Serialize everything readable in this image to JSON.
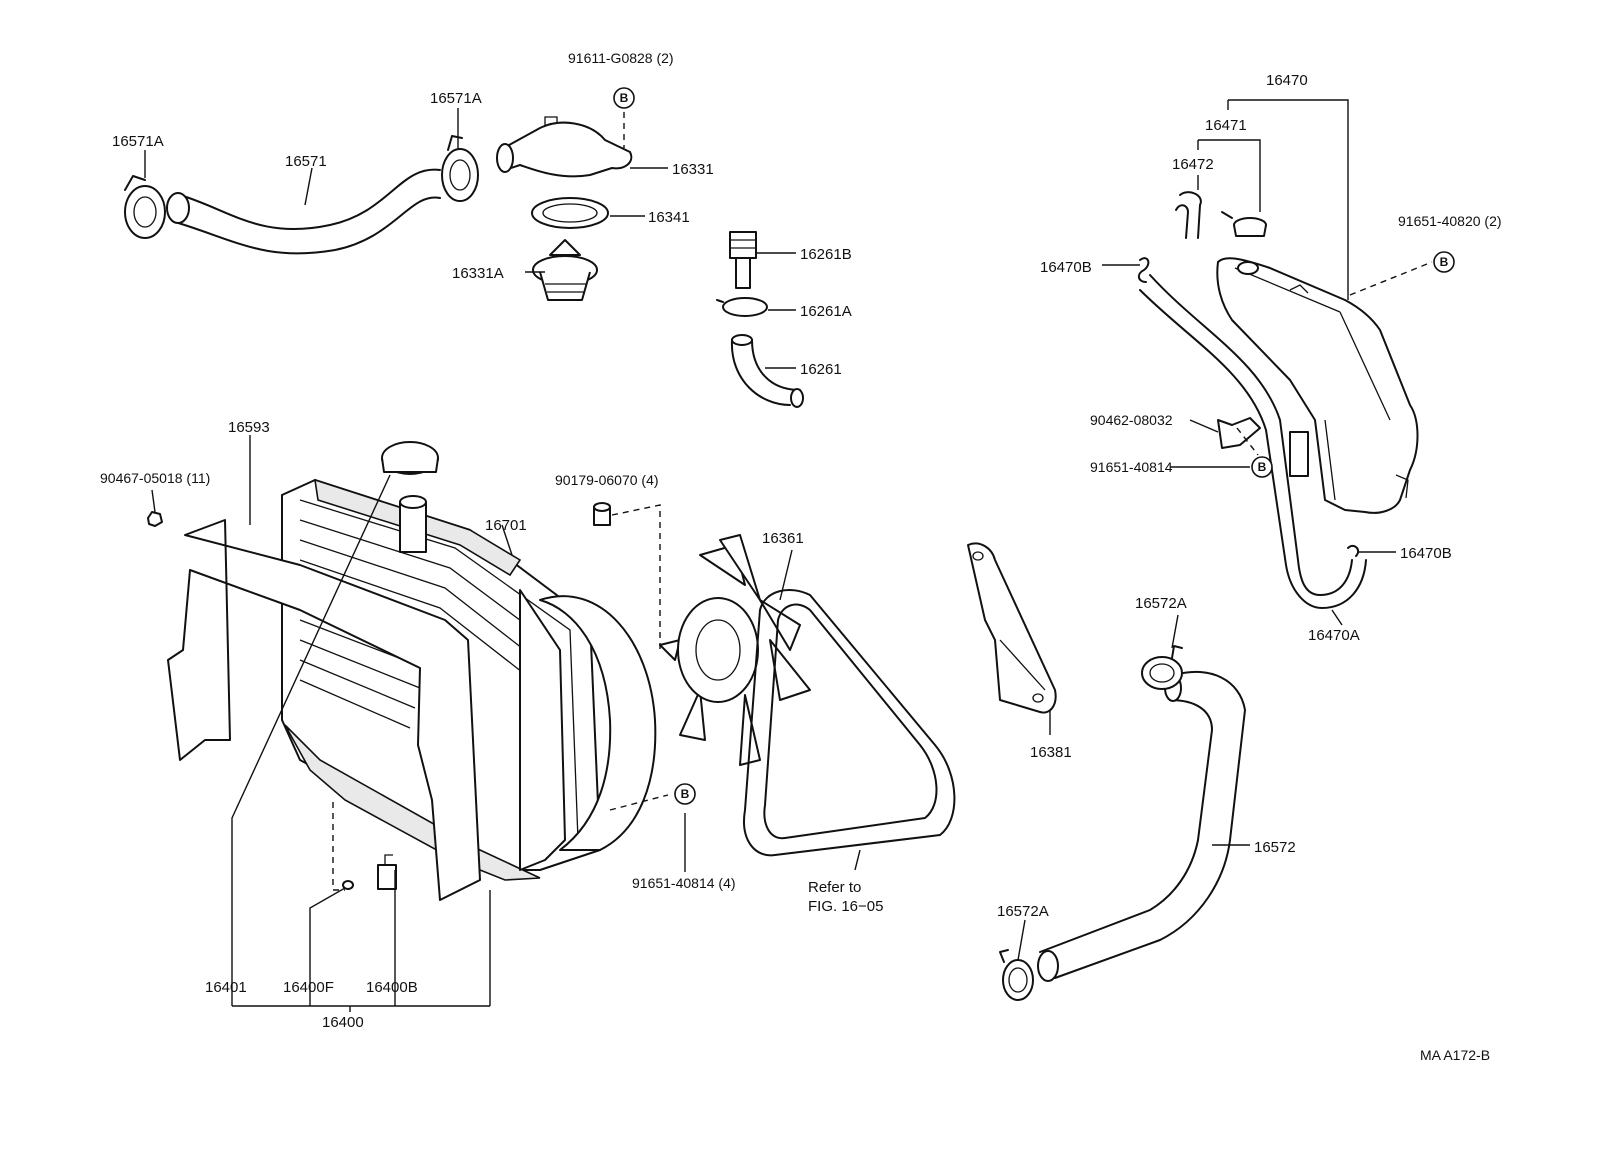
{
  "labels": {
    "p16571A_left": "16571A",
    "p16571": "16571",
    "p16571A_top": "16571A",
    "p91611": "91611-G0828 (2)",
    "p16331": "16331",
    "p16341": "16341",
    "p16331A": "16331A",
    "p16261B": "16261B",
    "p16261A": "16261A",
    "p16261": "16261",
    "p16470": "16470",
    "p16471": "16471",
    "p16472": "16472",
    "p91651_40820": "91651-40820 (2)",
    "p16470B_top": "16470B",
    "p90462": "90462-08032",
    "p91651_40814_r": "91651-40814",
    "p16470B_bot": "16470B",
    "p16470A": "16470A",
    "p16593": "16593",
    "p90467": "90467-05018 (11)",
    "p90179": "90179-06070 (4)",
    "p16701": "16701",
    "p16361": "16361",
    "p16381": "16381",
    "p16572A_top": "16572A",
    "p16572": "16572",
    "p16572A_bot": "16572A",
    "p91651_40814_4": "91651-40814 (4)",
    "refer1": "Refer to",
    "refer2": "FIG. 16−05",
    "p16401": "16401",
    "p16400F": "16400F",
    "p16400B": "16400B",
    "p16400": "16400",
    "figure_code": "MA A172-B"
  },
  "marker": "B"
}
